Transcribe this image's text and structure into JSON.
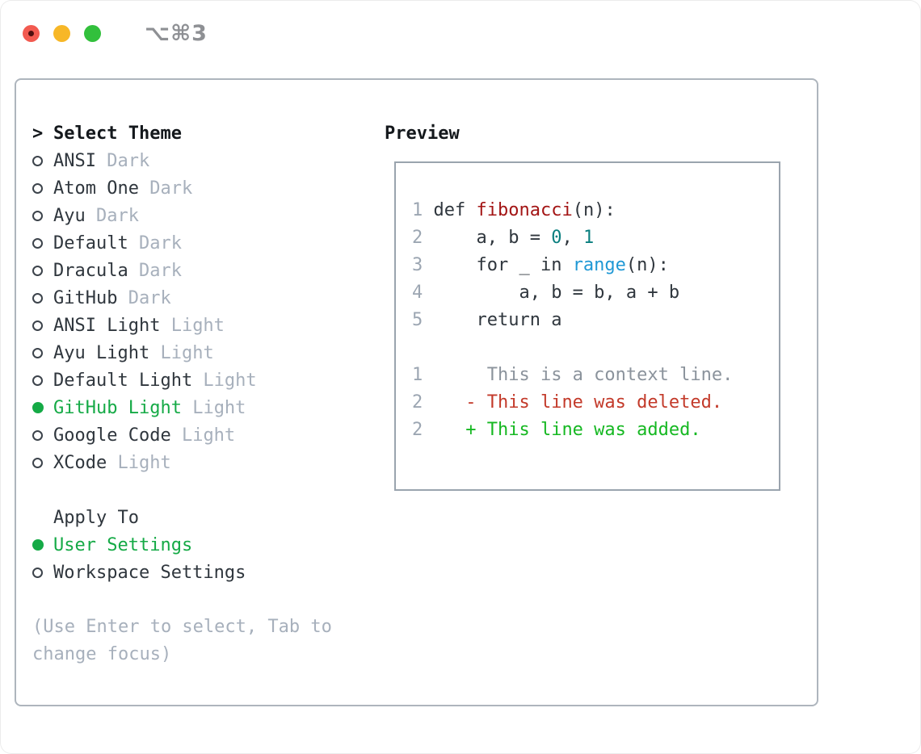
{
  "window": {
    "title": "⌥⌘3"
  },
  "traffic_lights": [
    "close",
    "minimize",
    "zoom"
  ],
  "theme_select": {
    "heading_prefix": ">",
    "heading": "Select Theme",
    "items": [
      {
        "name": "ANSI",
        "variant": "Dark",
        "selected": false
      },
      {
        "name": "Atom One",
        "variant": "Dark",
        "selected": false
      },
      {
        "name": "Ayu",
        "variant": "Dark",
        "selected": false
      },
      {
        "name": "Default",
        "variant": "Dark",
        "selected": false
      },
      {
        "name": "Dracula",
        "variant": "Dark",
        "selected": false
      },
      {
        "name": "GitHub",
        "variant": "Dark",
        "selected": false
      },
      {
        "name": "ANSI Light",
        "variant": "Light",
        "selected": false
      },
      {
        "name": "Ayu Light",
        "variant": "Light",
        "selected": false
      },
      {
        "name": "Default Light",
        "variant": "Light",
        "selected": false
      },
      {
        "name": "GitHub Light",
        "variant": "Light",
        "selected": true
      },
      {
        "name": "Google Code",
        "variant": "Light",
        "selected": false
      },
      {
        "name": "XCode",
        "variant": "Light",
        "selected": false
      }
    ]
  },
  "apply_to": {
    "heading": "Apply To",
    "items": [
      {
        "name": "User Settings",
        "selected": true
      },
      {
        "name": "Workspace Settings",
        "selected": false
      }
    ]
  },
  "help_text": "(Use Enter to select, Tab to change focus)",
  "preview": {
    "heading": "Preview",
    "lines": [
      [
        [
          "ln",
          "1 "
        ],
        [
          "t",
          "def "
        ],
        [
          "fn",
          "fibonacci"
        ],
        [
          "t",
          "(n):"
        ]
      ],
      [
        [
          "ln",
          "2 "
        ],
        [
          "t",
          "    a, b = "
        ],
        [
          "num",
          "0"
        ],
        [
          "t",
          ", "
        ],
        [
          "num",
          "1"
        ]
      ],
      [
        [
          "ln",
          "3 "
        ],
        [
          "t",
          "    for _ in "
        ],
        [
          "bi",
          "range"
        ],
        [
          "t",
          "(n):"
        ]
      ],
      [
        [
          "ln",
          "4 "
        ],
        [
          "t",
          "        a, b = b, a + b"
        ]
      ],
      [
        [
          "ln",
          "5 "
        ],
        [
          "t",
          "    return a"
        ]
      ],
      [],
      [
        [
          "ln",
          "1 "
        ],
        [
          "ctx",
          "     This is a context line."
        ]
      ],
      [
        [
          "ln",
          "2 "
        ],
        [
          "del",
          "   - This line was deleted."
        ]
      ],
      [
        [
          "ln",
          "2 "
        ],
        [
          "add",
          "   + This line was added."
        ]
      ]
    ]
  },
  "colors": {
    "text_primary": "#2f363d",
    "text_muted": "#a7b0bc",
    "selection_green": "#15aa46",
    "diff_added": "#16b822",
    "diff_deleted": "#c33a2a",
    "syntax_function": "#a31515",
    "syntax_number": "#0a7f7f",
    "syntax_builtin": "#1f98d5",
    "panel_border": "#aeb5bd",
    "traffic_red": "#f25a50",
    "traffic_yellow": "#f7b727",
    "traffic_green": "#32c03c"
  }
}
